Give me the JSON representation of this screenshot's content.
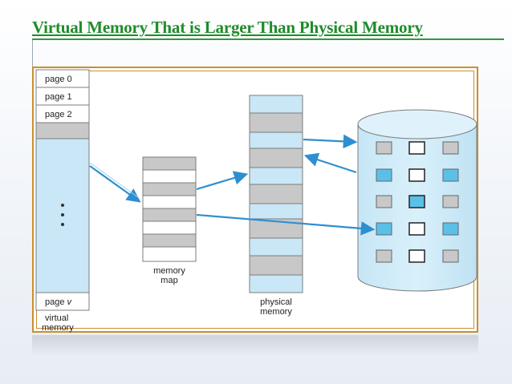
{
  "slide": {
    "title": "Virtual Memory That is Larger Than Physical Memory"
  },
  "diagram": {
    "virtual_memory": {
      "pages": [
        "page 0",
        "page 1",
        "page 2"
      ],
      "ellipsis": "•\n•\n•",
      "last_page_prefix": "page ",
      "last_page_var": "v",
      "label_line1": "virtual",
      "label_line2": "memory"
    },
    "memory_map": {
      "label_line1": "memory",
      "label_line2": "map"
    },
    "physical_memory": {
      "label_line1": "physical",
      "label_line2": "memory"
    },
    "colors": {
      "light_blue": "#c9e7f6",
      "gray": "#c8c8c8",
      "disk_blue": "#5bc0e8",
      "arrow_blue": "#2e8fd0",
      "frame_orange": "#c98f2d",
      "title_green": "#1f8c2a"
    },
    "icons": [
      "disk-cylinder-icon",
      "arrow-icon"
    ]
  }
}
